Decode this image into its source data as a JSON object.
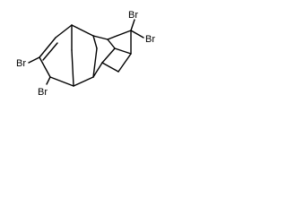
{
  "structure": {
    "atoms": [
      {
        "id": "br-top-left-cyclopropyl",
        "label": "Br"
      },
      {
        "id": "br-top-right-cyclopropyl",
        "label": "Br"
      },
      {
        "id": "br-vinyl",
        "label": "Br"
      },
      {
        "id": "br-bottom",
        "label": "Br"
      }
    ]
  }
}
